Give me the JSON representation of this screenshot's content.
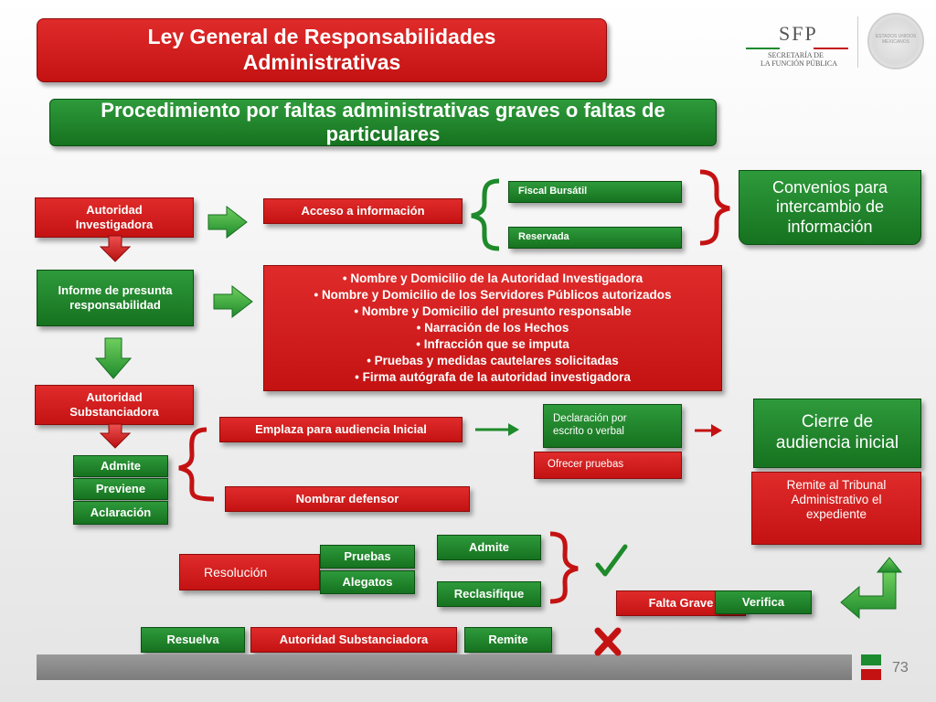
{
  "title": "Ley General de Responsabilidades Administrativas",
  "subtitle": "Procedimiento por faltas administrativas graves o faltas de particulares",
  "logo": {
    "sfp": "SFP",
    "line1": "SECRETARÍA DE",
    "line2": "LA FUNCIÓN PÚBLICA",
    "seal": "ESTADOS UNIDOS MEXICANOS"
  },
  "nodes": {
    "autoridad_investigadora": "Autoridad Investigadora",
    "acceso_informacion": "Acceso a información",
    "fiscal_bursatil": "Fiscal Bursátil",
    "reservada": "Reservada",
    "convenios": "Convenios para intercambio de información",
    "informe": "Informe de presunta responsabilidad",
    "requisitos": [
      "Nombre y Domicilio de la Autoridad Investigadora",
      "Nombre y Domicilio de los Servidores Públicos autorizados",
      "Nombre y Domicilio del presunto responsable",
      "Narración de los Hechos",
      "Infracción que se imputa",
      "Pruebas y medidas cautelares solicitadas",
      "Firma autógrafa de la autoridad investigadora"
    ],
    "autoridad_substanciadora": "Autoridad Substanciadora",
    "emplaza": "Emplaza para audiencia Inicial",
    "declaracion": "Declaración por escrito o verbal",
    "ofrecer_pruebas": "Ofrecer pruebas",
    "cierre": "Cierre de audiencia inicial",
    "remite_tribunal": "Remite al Tribunal Administrativo el expediente",
    "admite": "Admite",
    "previene": "Previene",
    "aclaracion": "Aclaración",
    "nombrar_defensor": "Nombrar defensor",
    "resolucion": "Resolución",
    "pruebas": "Pruebas",
    "alegatos": "Alegatos",
    "admite2": "Admite",
    "reclasifique": "Reclasifique",
    "falta_grave": "Falta Grave",
    "verifica": "Verifica",
    "resuelva": "Resuelva",
    "autoridad_substanciadora2": "Autoridad Substanciadora",
    "remite": "Remite"
  },
  "footer": {
    "page_number": "73"
  },
  "colors": {
    "red": "#c41212",
    "green": "#16721f",
    "footer_bar": "#8a8a8a"
  }
}
